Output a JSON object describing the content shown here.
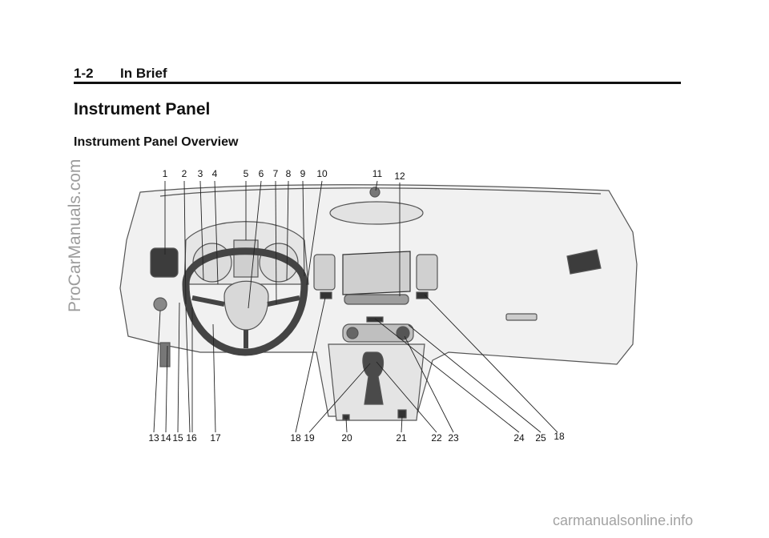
{
  "page": {
    "number": "1-2",
    "section": "In Brief",
    "title": "Instrument Panel",
    "subtitle": "Instrument Panel Overview"
  },
  "callouts_top": [
    "1",
    "2",
    "3",
    "4",
    "5",
    "6",
    "7",
    "8",
    "9",
    "10",
    "11",
    "12"
  ],
  "callouts_bottom": [
    "13",
    "14",
    "15",
    "16",
    "17",
    "18",
    "19",
    "20",
    "21",
    "22",
    "23",
    "24",
    "25",
    "18"
  ],
  "watermarks": {
    "side": "ProCarManuals.com",
    "bottom": "carmanualsonline.info"
  }
}
